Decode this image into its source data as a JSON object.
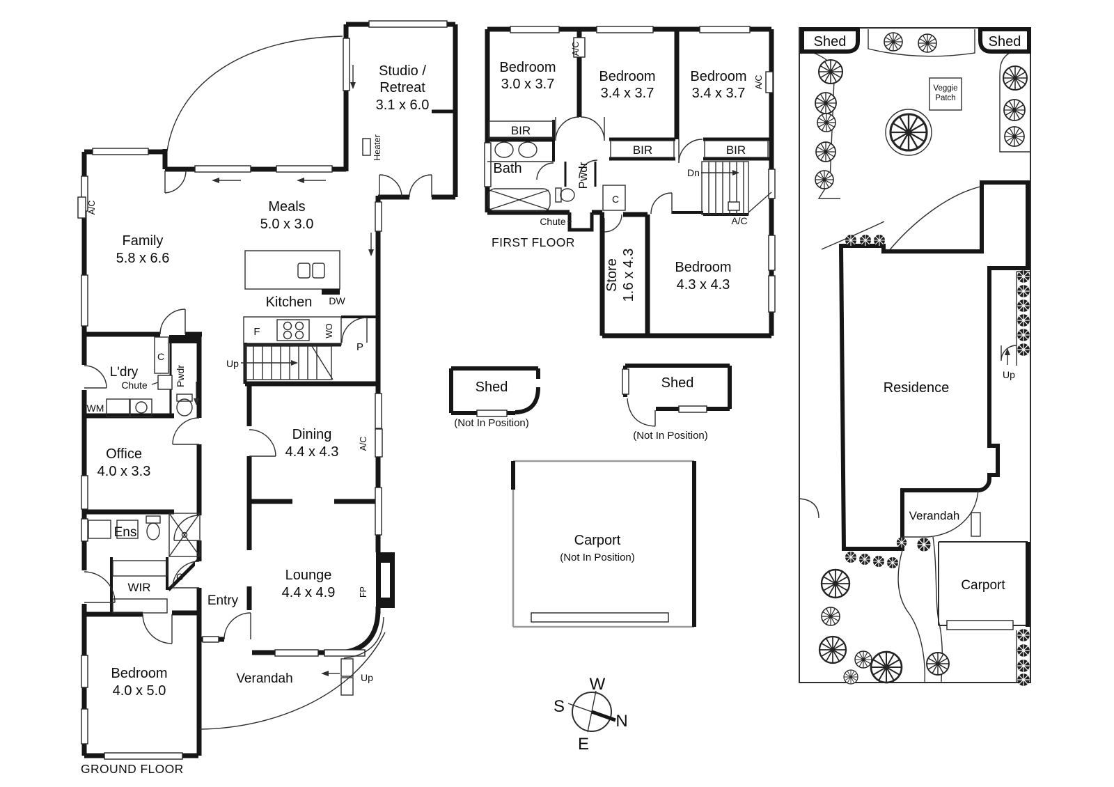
{
  "ground_floor": {
    "caption": "GROUND FLOOR",
    "rooms": {
      "family": {
        "name": "Family",
        "dims": "5.8 x 6.6"
      },
      "meals": {
        "name": "Meals",
        "dims": "5.0 x 3.0"
      },
      "studio": {
        "name_line1": "Studio /",
        "name_line2": "Retreat",
        "dims": "3.1 x 6.0"
      },
      "kitchen": {
        "name": "Kitchen"
      },
      "laundry": {
        "name": "L'dry"
      },
      "powder": {
        "name": "Pwdr"
      },
      "office": {
        "name": "Office",
        "dims": "4.0 x 3.3"
      },
      "ensuite": {
        "name": "Ens"
      },
      "wir": {
        "name": "WIR"
      },
      "bedroom": {
        "name": "Bedroom",
        "dims": "4.0 x 5.0"
      },
      "entry": {
        "name": "Entry"
      },
      "lounge": {
        "name": "Lounge",
        "dims": "4.4 x 4.9"
      },
      "dining": {
        "name": "Dining",
        "dims": "4.4 x 4.3"
      },
      "verandah": {
        "name": "Verandah"
      }
    },
    "labels": {
      "air_con": "A/C",
      "heater": "Heater",
      "dishwasher": "DW",
      "fridge": "F",
      "wall_oven": "WO",
      "pantry": "P",
      "stairs_up": "Up",
      "cupboard_laundry": "C",
      "chute": "Chute",
      "washing_machine": "WM",
      "air_con_dining": "A/C",
      "fireplace": "FP",
      "cupboard_hall": "C",
      "verandah_up": "Up"
    }
  },
  "first_floor": {
    "caption": "FIRST FLOOR",
    "rooms": {
      "bedroom1": {
        "name": "Bedroom",
        "dims": "3.0 x 3.7"
      },
      "bedroom2": {
        "name": "Bedroom",
        "dims": "3.4 x 3.7"
      },
      "bedroom3": {
        "name": "Bedroom",
        "dims": "3.4 x 3.7"
      },
      "bedroom4": {
        "name": "Bedroom",
        "dims": "4.3 x 4.3"
      },
      "store": {
        "name": "Store",
        "dims": "1.6 x 4.3"
      },
      "bath": {
        "name": "Bath"
      },
      "powder": {
        "name": "Pwdr"
      }
    },
    "labels": {
      "bir1": "BIR",
      "bir2": "BIR",
      "bir3": "BIR",
      "air_con1": "A/C",
      "air_con2": "A/C",
      "air_con3": "A/C",
      "stairs_down": "Dn",
      "cupboard": "C",
      "chute": "Chute"
    }
  },
  "outbuildings": {
    "shed1": {
      "name": "Shed",
      "note": "(Not In Position)"
    },
    "shed2": {
      "name": "Shed",
      "note": "(Not In Position)"
    },
    "carport": {
      "name": "Carport",
      "note": "(Not In Position)"
    }
  },
  "compass": {
    "north": "N",
    "south": "S",
    "east": "E",
    "west": "W"
  },
  "site_plan": {
    "shed_left": "Shed",
    "shed_right": "Shed",
    "veggie_patch_line1": "Veggie",
    "veggie_patch_line2": "Patch",
    "residence": "Residence",
    "verandah": "Verandah",
    "carport": "Carport",
    "stairs_up": "Up"
  }
}
